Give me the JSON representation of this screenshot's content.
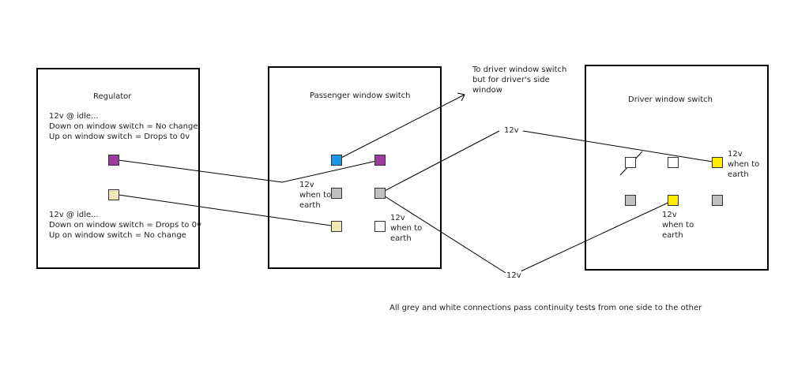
{
  "colors": {
    "purple": "#9e3c9e",
    "cream": "#f0e8b6",
    "blue": "#1e96e6",
    "grey": "#c0c0c0",
    "white": "#ffffff",
    "yellow": "#ffee00"
  },
  "regulator": {
    "title": "Regulator",
    "note1": "12v @ idle...\nDown on window switch = No change\nUp on window switch = Drops to 0v",
    "note2": "12v @ idle...\nDown on window switch = Drops to 0v\nUp on window switch = No change"
  },
  "passenger": {
    "title": "Passenger window switch",
    "label_left": "12v\nwhen to\nearth",
    "label_right": "12v\nwhen to\nearth"
  },
  "driver": {
    "title": "Driver window switch",
    "label_top": "12v\nwhen to\nearth",
    "label_bottom": "12v\nwhen to\nearth"
  },
  "annotations": {
    "to_driver": "To driver window switch\nbut for driver's side\nwindow",
    "wire_upper_12v": "12v",
    "wire_lower_12v": "12v",
    "footer": "All grey and white connections pass continuity tests from one side to the other"
  }
}
